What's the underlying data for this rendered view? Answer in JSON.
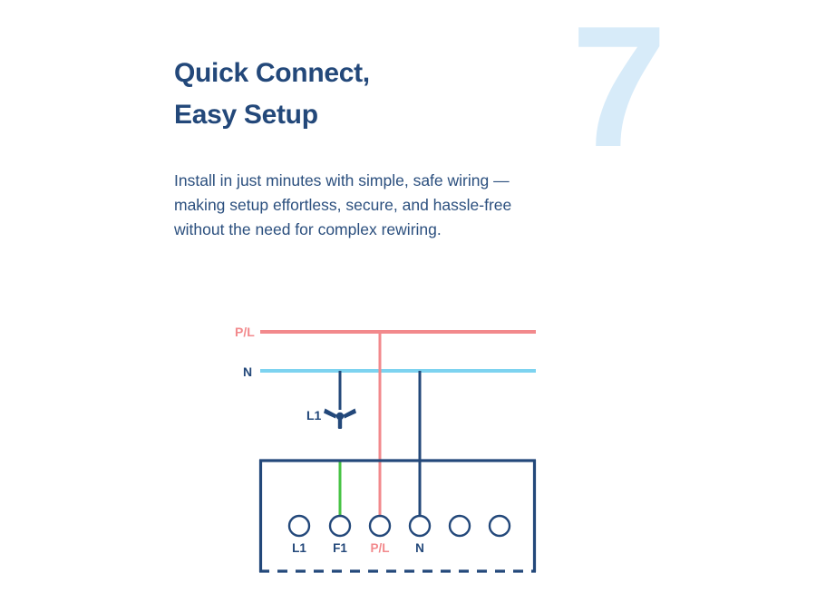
{
  "page": {
    "background_color": "#ffffff",
    "step_number": "7",
    "step_number_color": "#d7ebf9"
  },
  "headline": {
    "color": "#23487a",
    "lines": [
      "Quick Connect,",
      "Easy Setup"
    ]
  },
  "body": {
    "color": "#2b4f7e",
    "text": "Install in just minutes with simple, safe wiring — making setup effortless, secure, and hassle-free without the need for complex rewiring."
  },
  "diagram": {
    "colors": {
      "navy": "#23487a",
      "live": "#f2898c",
      "neutral": "#7dd3f0",
      "fan_wire": "#45c242"
    },
    "supply_lines": [
      {
        "id": "pl",
        "label": "P/L",
        "label_color": "#f2898c",
        "line_color": "#f2898c"
      },
      {
        "id": "n",
        "label": "N",
        "label_color": "#23487a",
        "line_color": "#7dd3f0"
      }
    ],
    "load": {
      "label": "L1",
      "label_color": "#23487a",
      "icon": "ceiling-fan-icon"
    },
    "terminals": [
      {
        "id": "l1",
        "label": "L1",
        "label_color": "#23487a",
        "connected": false,
        "wire_color": null
      },
      {
        "id": "f1",
        "label": "F1",
        "label_color": "#23487a",
        "connected": true,
        "wire_color": "#45c242"
      },
      {
        "id": "pl",
        "label": "P/L",
        "label_color": "#f2898c",
        "connected": true,
        "wire_color": "#f2898c"
      },
      {
        "id": "n",
        "label": "N",
        "label_color": "#23487a",
        "connected": true,
        "wire_color": "#23487a"
      },
      {
        "id": "t5",
        "label": "",
        "label_color": "#23487a",
        "connected": false,
        "wire_color": null
      },
      {
        "id": "t6",
        "label": "",
        "label_color": "#23487a",
        "connected": false,
        "wire_color": null
      }
    ]
  }
}
